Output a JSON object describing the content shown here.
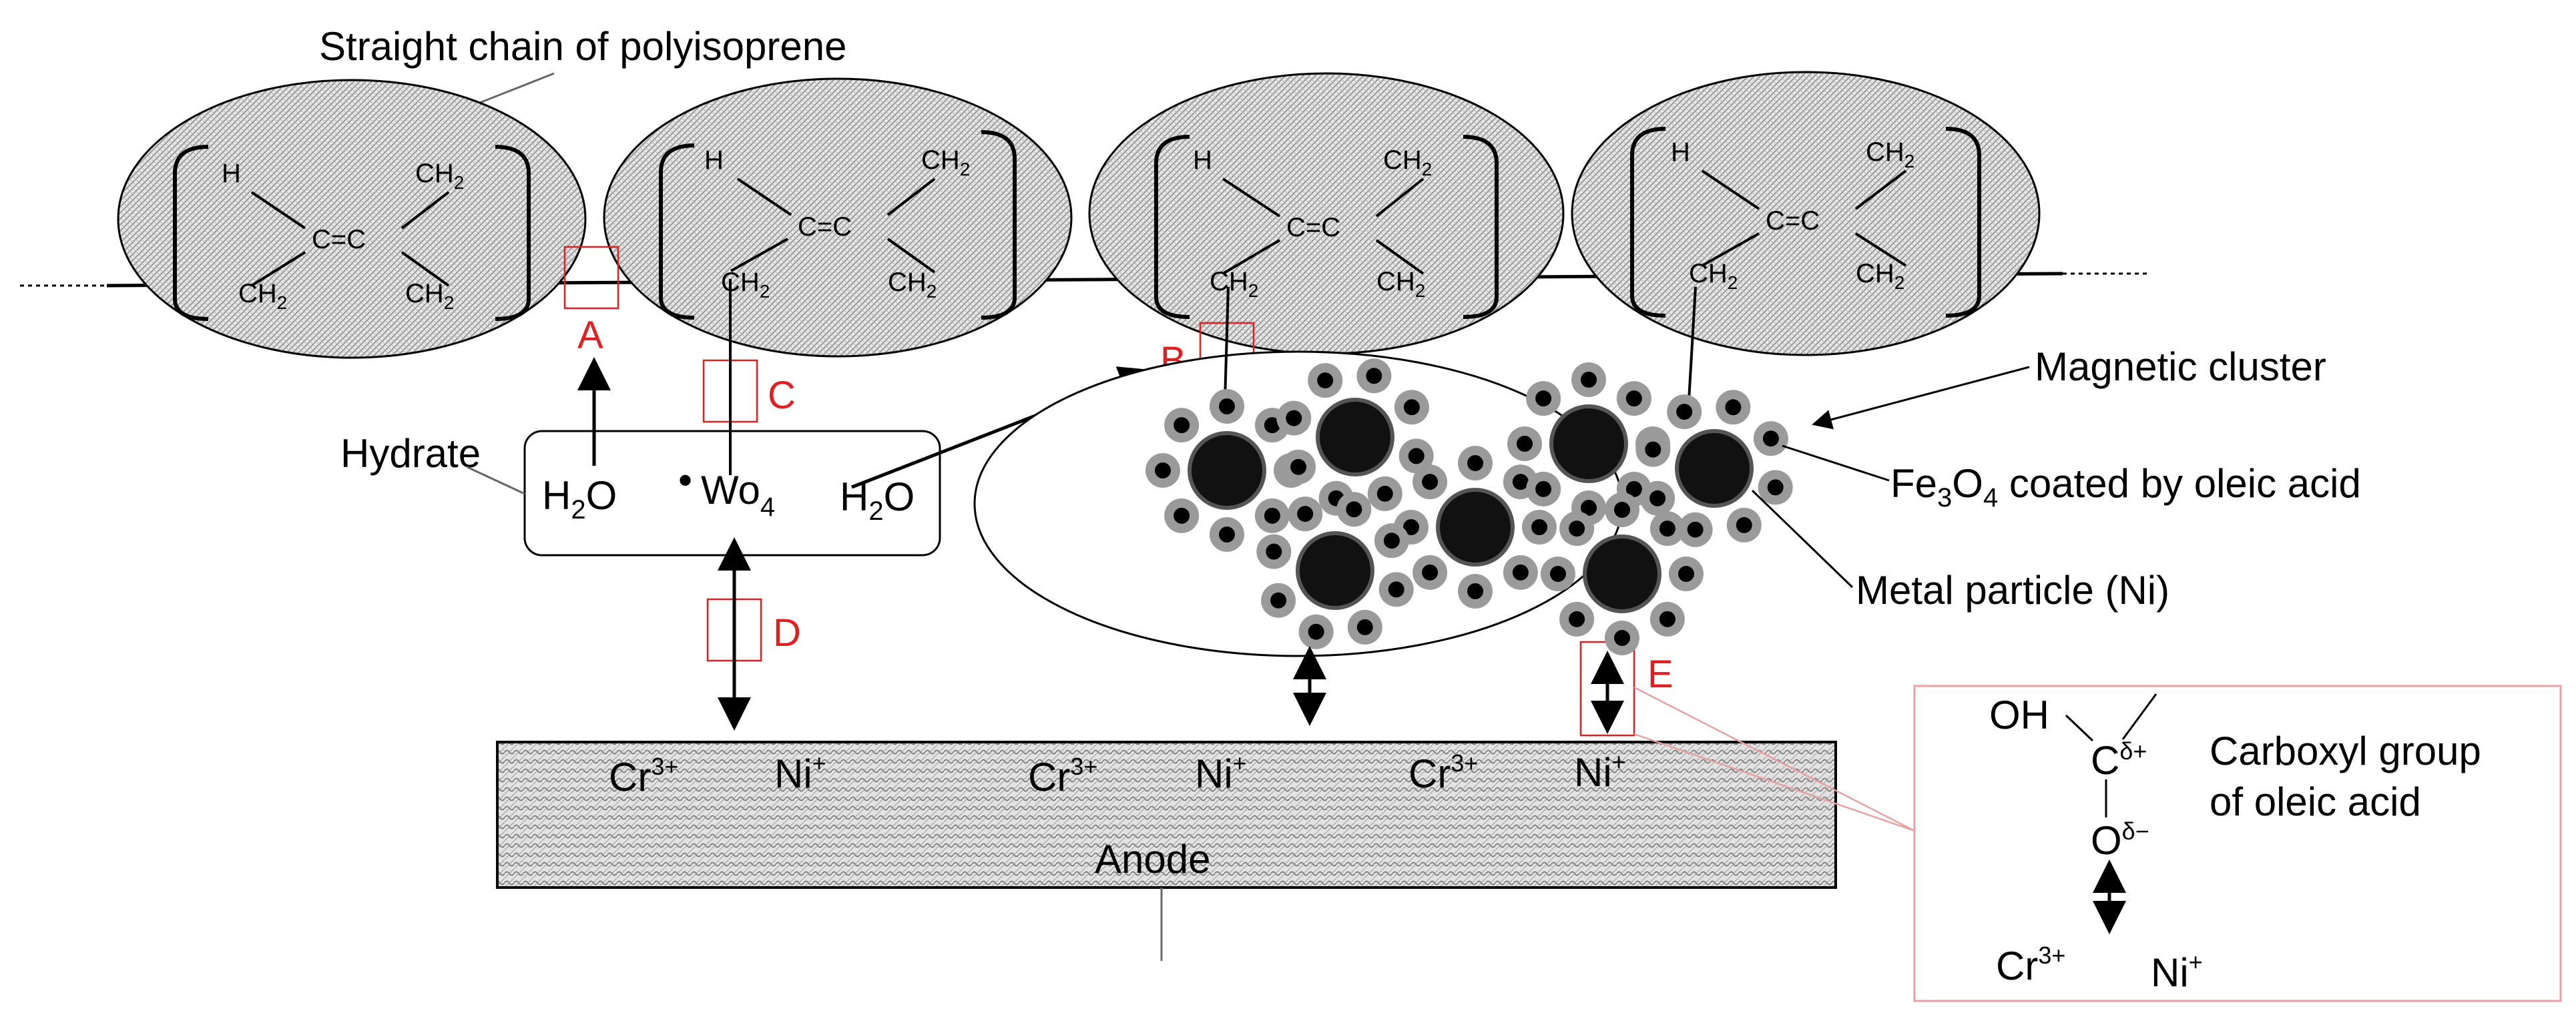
{
  "labels": {
    "polyisoprene_chain": "Straight chain of polyisoprene",
    "magnetic_cluster": "Magnetic cluster",
    "fe3o4_prefix": "Fe",
    "fe3o4_sub1": "3",
    "fe3o4_mid": "O",
    "fe3o4_sub2": "4",
    "fe3o4_suffix": " coated by oleic acid",
    "metal_particle": "Metal particle (Ni)",
    "hydrate": "Hydrate",
    "anode": "Anode",
    "carboxyl_line1": "Carboxyl group",
    "carboxyl_line2": "of oleic acid"
  },
  "monomer": {
    "h": "H",
    "ch": "CH",
    "two": "2",
    "double_bond": "C=C"
  },
  "hydrate_box": {
    "h": "H",
    "two": "2",
    "o": "O",
    "dot": "•",
    "wo": "Wo",
    "four": "4"
  },
  "markers": [
    "A",
    "B",
    "C",
    "D",
    "E"
  ],
  "ions": {
    "cr": "Cr",
    "cr_charge": "3+",
    "ni": "Ni",
    "ni_charge": "+"
  },
  "carboxyl_detail": {
    "oh": "OH",
    "c": "C",
    "o": "O",
    "delta_plus": "δ+",
    "delta_minus": "δ−"
  },
  "colors": {
    "marker_red": "#e02020",
    "detail_box": "#e8a0a0",
    "ellipse_fill": "#d0d0d0"
  }
}
